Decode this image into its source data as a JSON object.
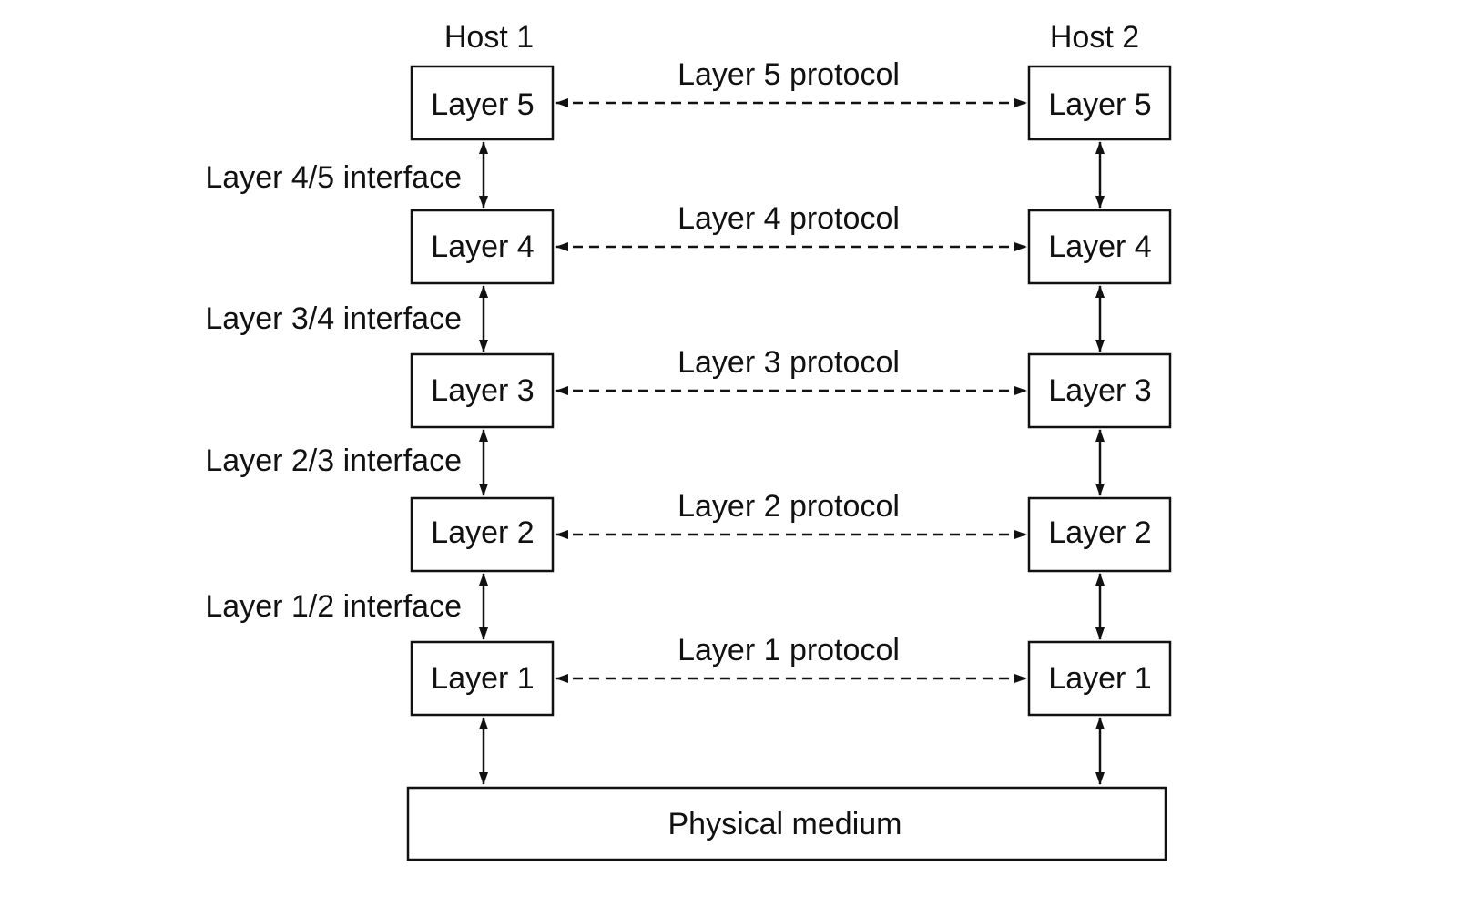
{
  "hosts": [
    {
      "label": "Host 1"
    },
    {
      "label": "Host 2"
    }
  ],
  "layers": [
    {
      "label": "Layer 5",
      "protocol": "Layer 5 protocol"
    },
    {
      "label": "Layer 4",
      "protocol": "Layer 4 protocol"
    },
    {
      "label": "Layer 3",
      "protocol": "Layer 3 protocol"
    },
    {
      "label": "Layer 2",
      "protocol": "Layer 2 protocol"
    },
    {
      "label": "Layer 1",
      "protocol": "Layer 1 protocol"
    }
  ],
  "interfaces": [
    {
      "label": "Layer 4/5 interface"
    },
    {
      "label": "Layer 3/4 interface"
    },
    {
      "label": "Layer 2/3 interface"
    },
    {
      "label": "Layer 1/2 interface"
    }
  ],
  "medium": {
    "label": "Physical medium"
  }
}
